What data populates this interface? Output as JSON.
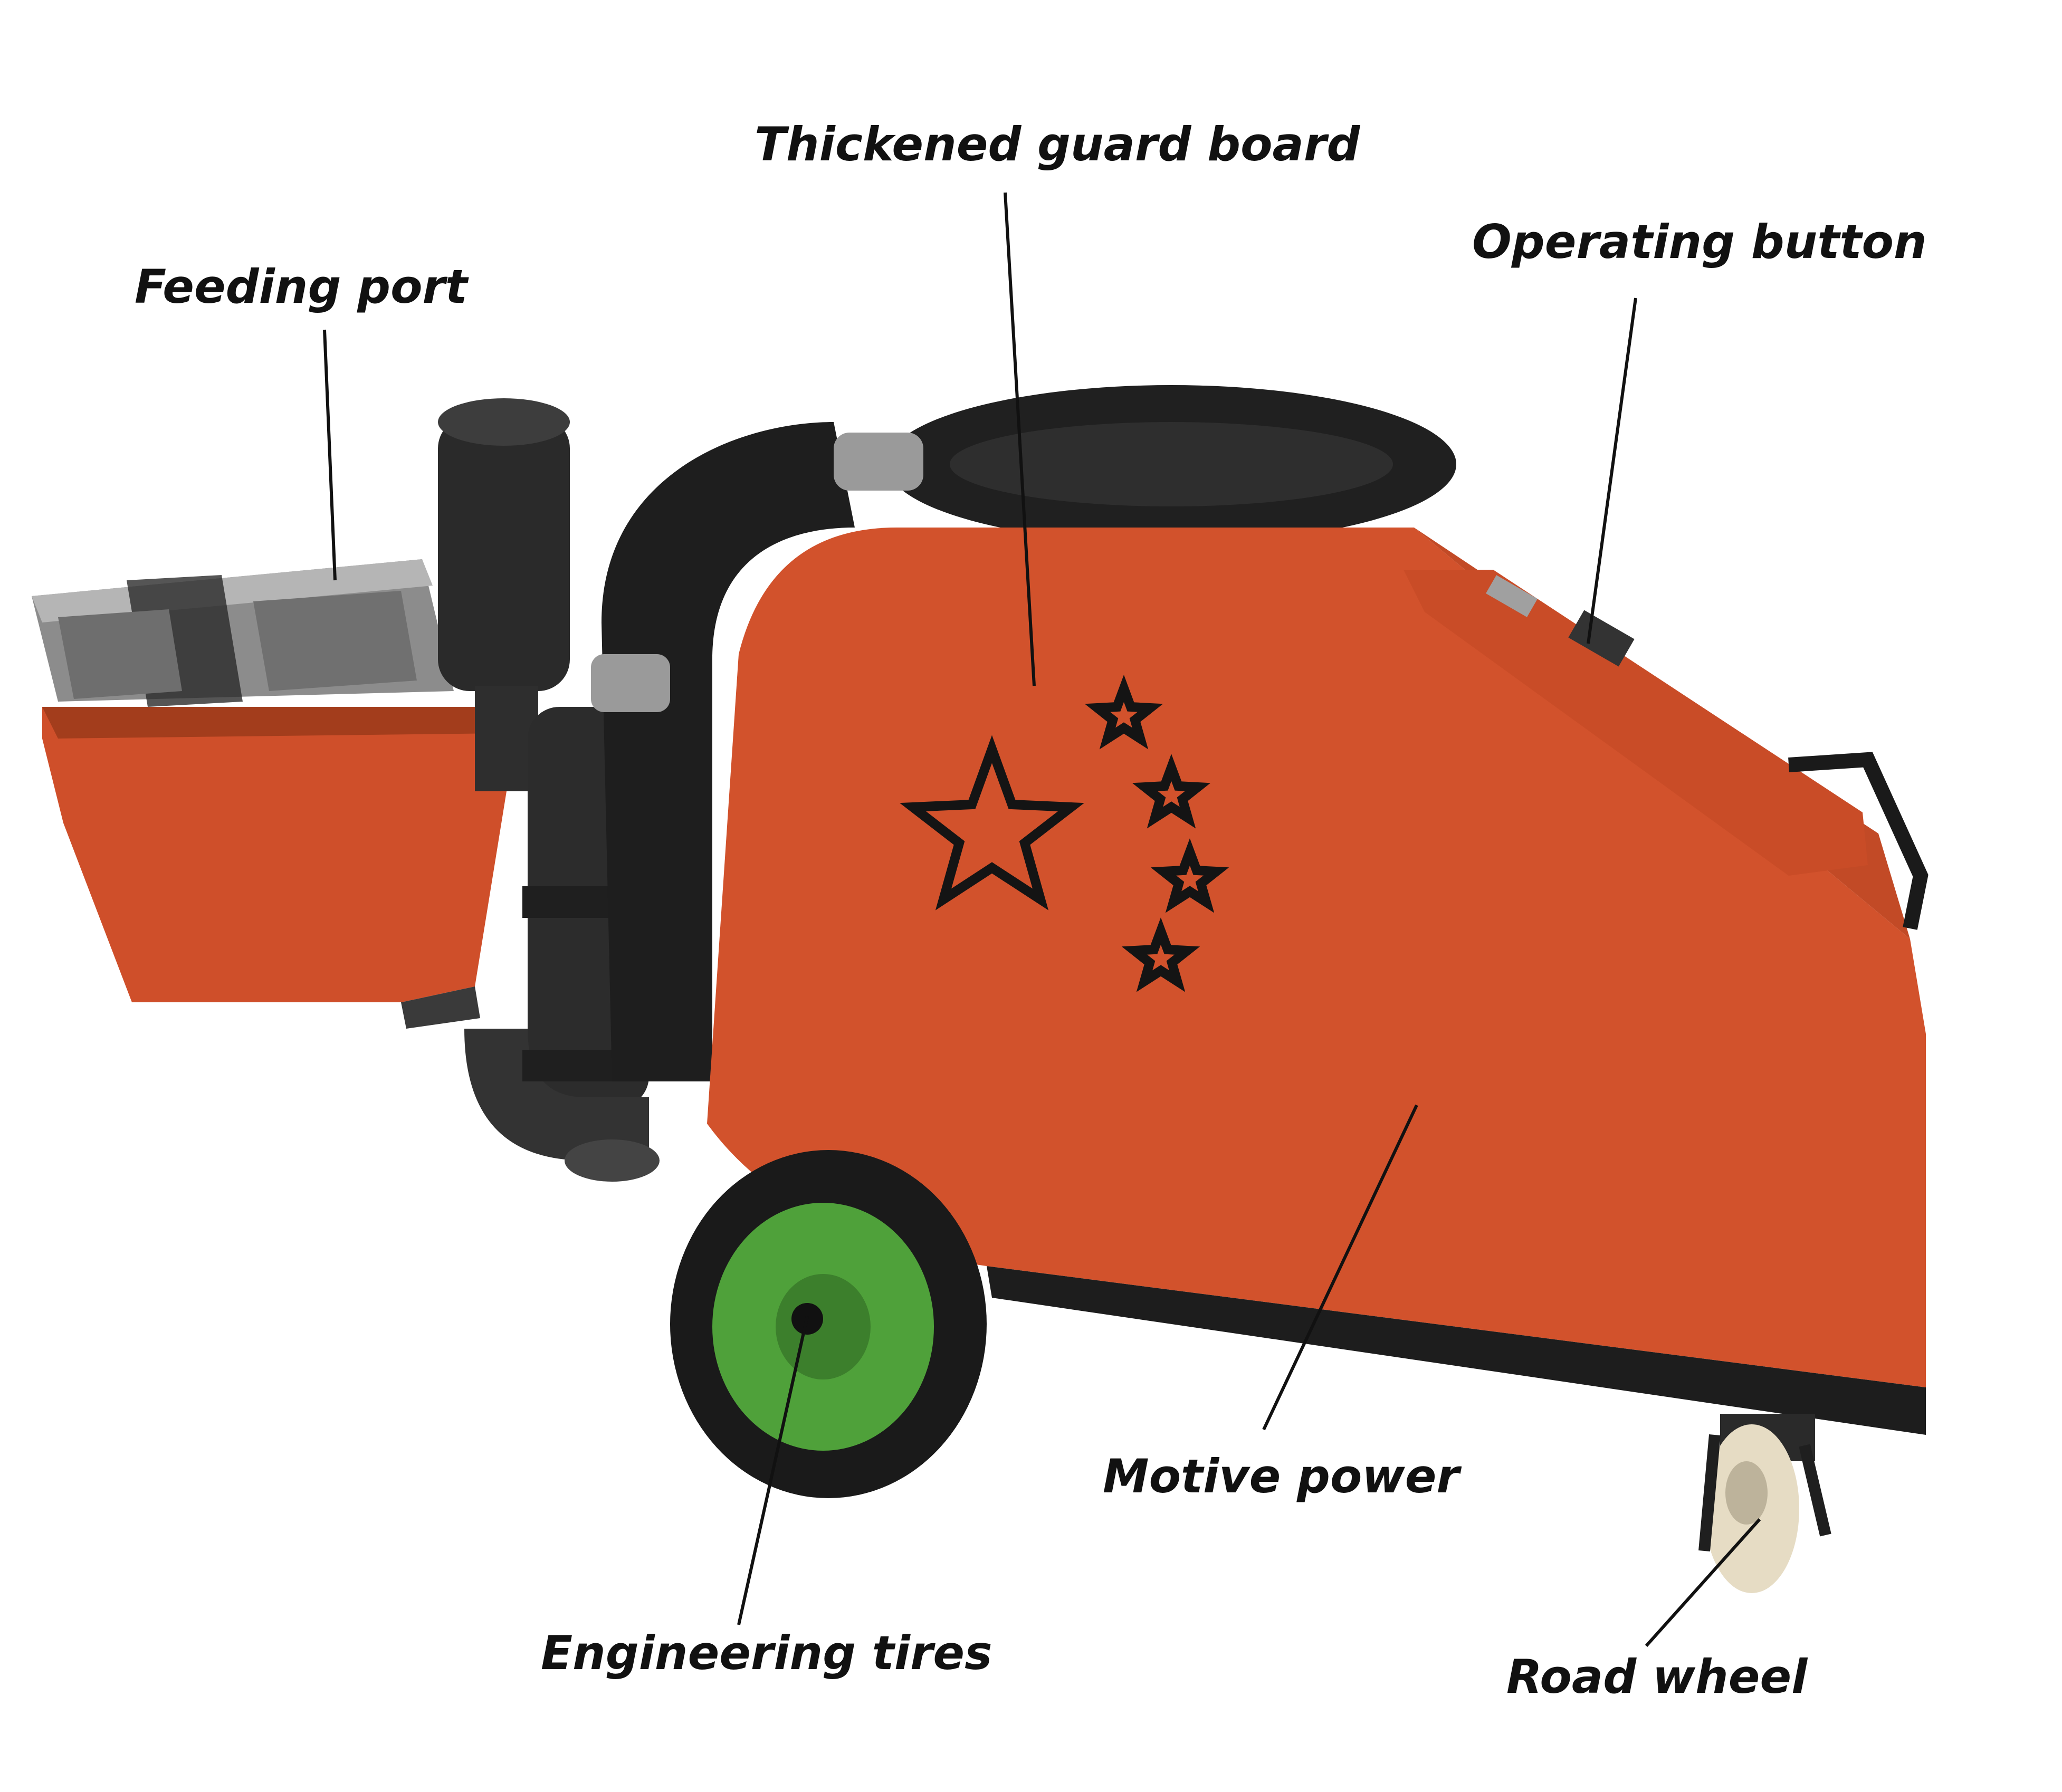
{
  "labels": {
    "feeding_port": "Feeding port",
    "thickened_guard_board": "Thickened guard board",
    "operating_button": "Operating button",
    "motive_power": "Motive power",
    "engineering_tires": "Engineering tires",
    "road_wheel": "Road wheel"
  },
  "colors": {
    "body": "#d2522c",
    "body_shadow": "#b8441f",
    "hose": "#1c1c1c",
    "metal": "#8a8a8a",
    "rim": "#4fa13a",
    "tire": "#1a1a1a",
    "road_wheel": "#e6dcc4",
    "text": "#111111"
  }
}
